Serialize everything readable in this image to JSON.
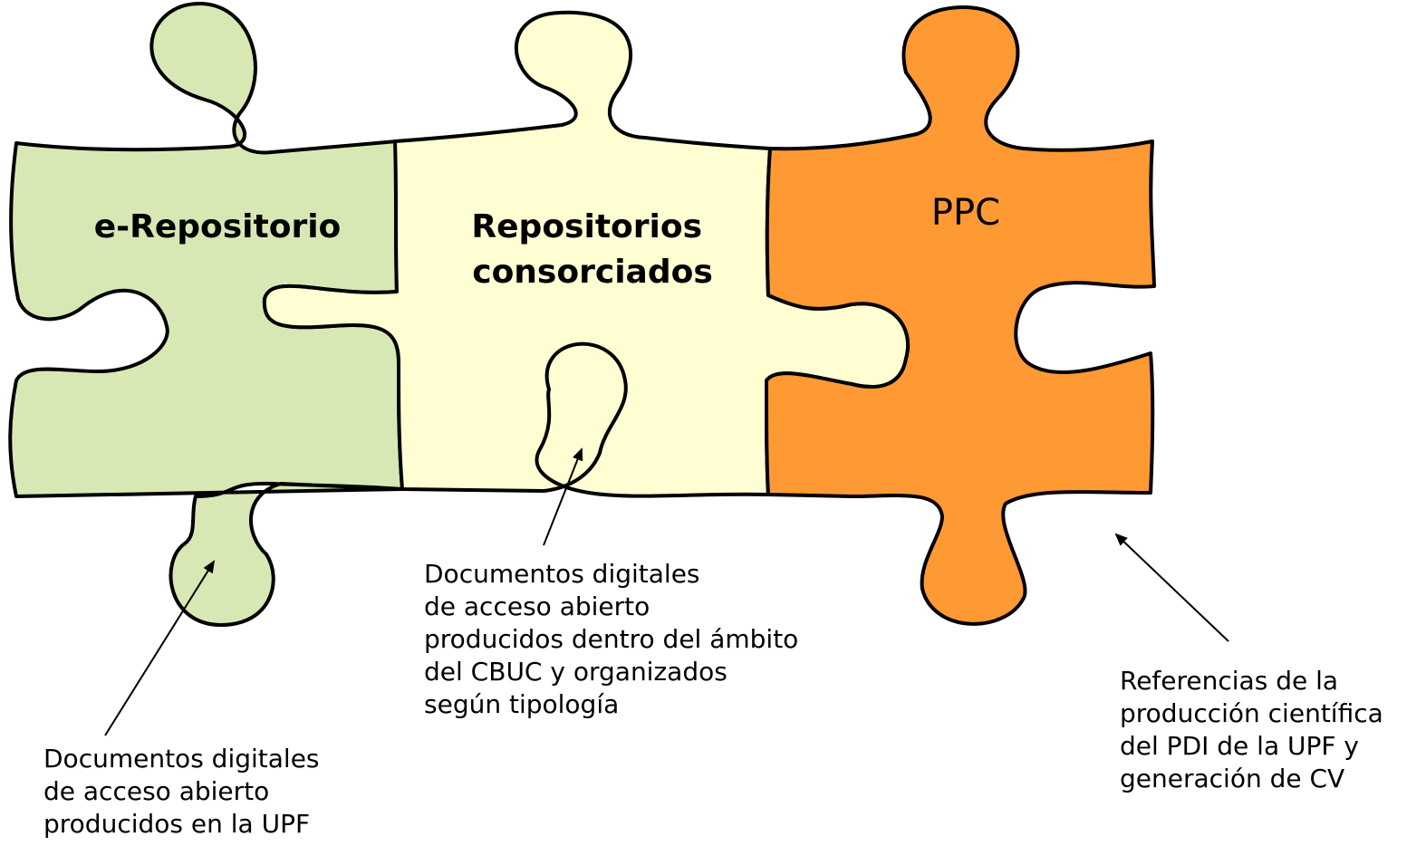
{
  "pieces": [
    {
      "title_lines": [
        "e-Repositorio"
      ],
      "color": "#d8e8b4"
    },
    {
      "title_lines": [
        "Repositorios",
        "consorciados"
      ],
      "color": "#fefed2"
    },
    {
      "title_lines": [
        "PPC"
      ],
      "color": "#ff9933"
    }
  ],
  "captions": {
    "e_repositorio": [
      "Documentos digitales",
      "de acceso abierto",
      "producidos en la UPF"
    ],
    "consorciados": [
      "Documentos digitales",
      "de acceso abierto",
      "producidos dentro del ámbito",
      "del CBUC y organizados",
      "según tipología"
    ],
    "ppc": [
      "Referencias de la",
      "producción científica",
      "del PDI de la UPF y",
      "generación de CV"
    ]
  }
}
